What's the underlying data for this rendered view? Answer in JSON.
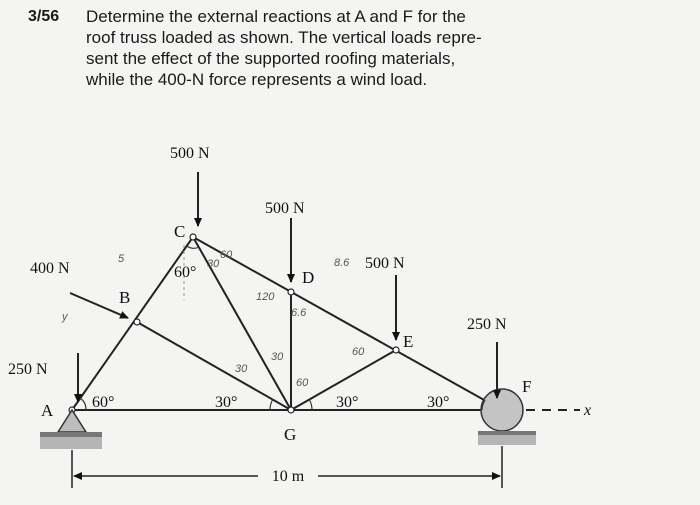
{
  "problem": {
    "number": "3/56",
    "text": "Determine the external reactions at A and F for the\nroof truss loaded as shown. The vertical loads repre-\nsent the effect of the supported roofing materials,\nwhile the 400-N force represents a wind load."
  },
  "figure": {
    "loads": {
      "load_c": "500 N",
      "load_d": "500 N",
      "load_e": "500 N",
      "load_a": "250 N",
      "load_f": "250 N",
      "load_wind": "400 N"
    },
    "joints": {
      "a": "A",
      "b": "B",
      "c": "C",
      "d": "D",
      "e": "E",
      "f": "F",
      "g": "G"
    },
    "angles": {
      "at_a": "60°",
      "at_c": "60°",
      "at_g_left": "30°",
      "at_g_right": "30°",
      "at_f": "30°"
    },
    "span": "10 m",
    "axis_label": "x",
    "handwritten": {
      "h1": "5",
      "h2": "8.6",
      "h3": "y",
      "h4": "30",
      "h5": "120",
      "h6": "6.6",
      "h7": "60",
      "h8": "30",
      "h9": "30",
      "h10": "60",
      "h11": "60"
    }
  }
}
